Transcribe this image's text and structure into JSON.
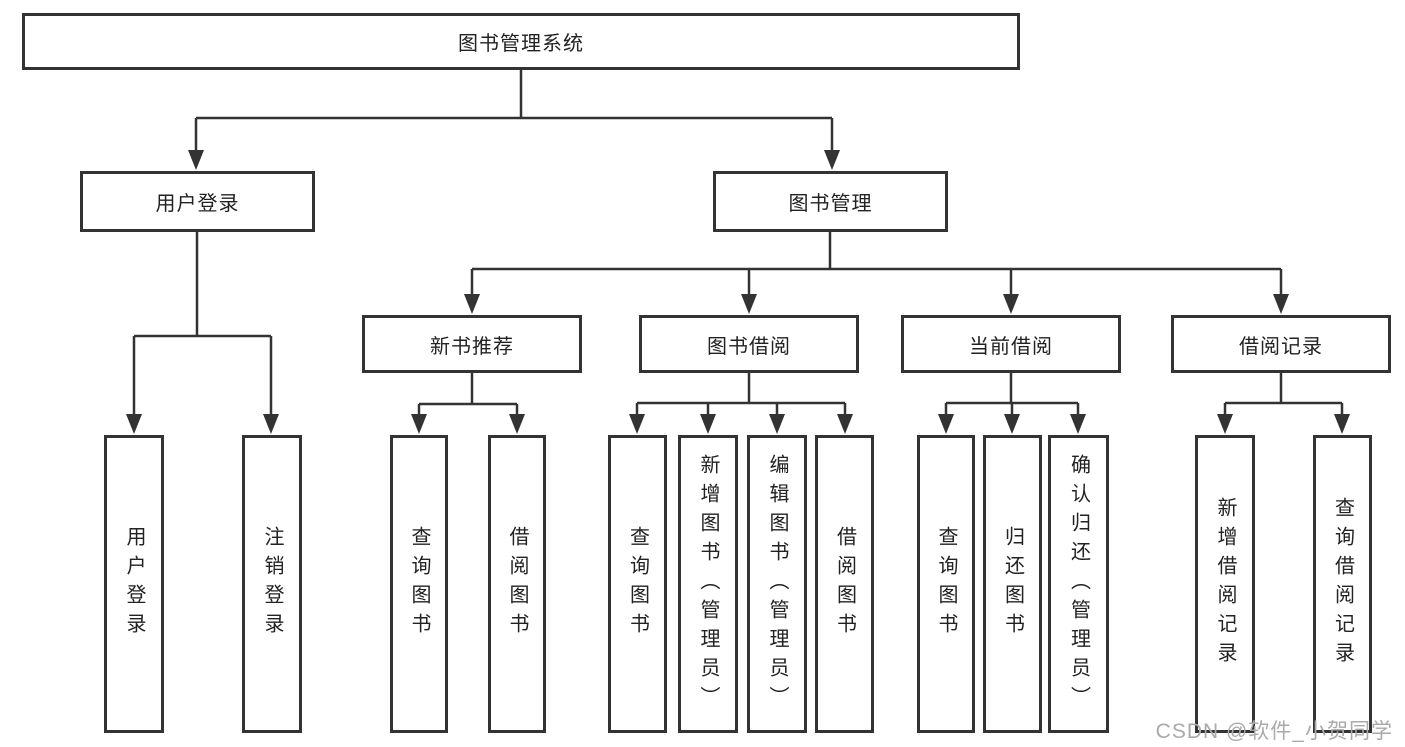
{
  "diagram": {
    "root": "图书管理系统",
    "level2": [
      "用户登录",
      "图书管理"
    ],
    "level3": [
      "新书推荐",
      "图书借阅",
      "当前借阅",
      "借阅记录"
    ],
    "leaves_user": [
      "用户登录",
      "注销登录"
    ],
    "leaves_newbook": [
      "查询图书",
      "借阅图书"
    ],
    "leaves_borrow": [
      "查询图书",
      "新增图书（管理员）",
      "编辑图书（管理员）",
      "借阅图书"
    ],
    "leaves_current": [
      "查询图书",
      "归还图书",
      "确认归还（管理员）"
    ],
    "leaves_record": [
      "新增借阅记录",
      "查询借阅记录"
    ],
    "watermark": "CSDN @软件_小贺同学",
    "colors": {
      "line": "#333333",
      "text": "#222222",
      "watermark": "#aaaaaa",
      "background": "#ffffff"
    }
  }
}
